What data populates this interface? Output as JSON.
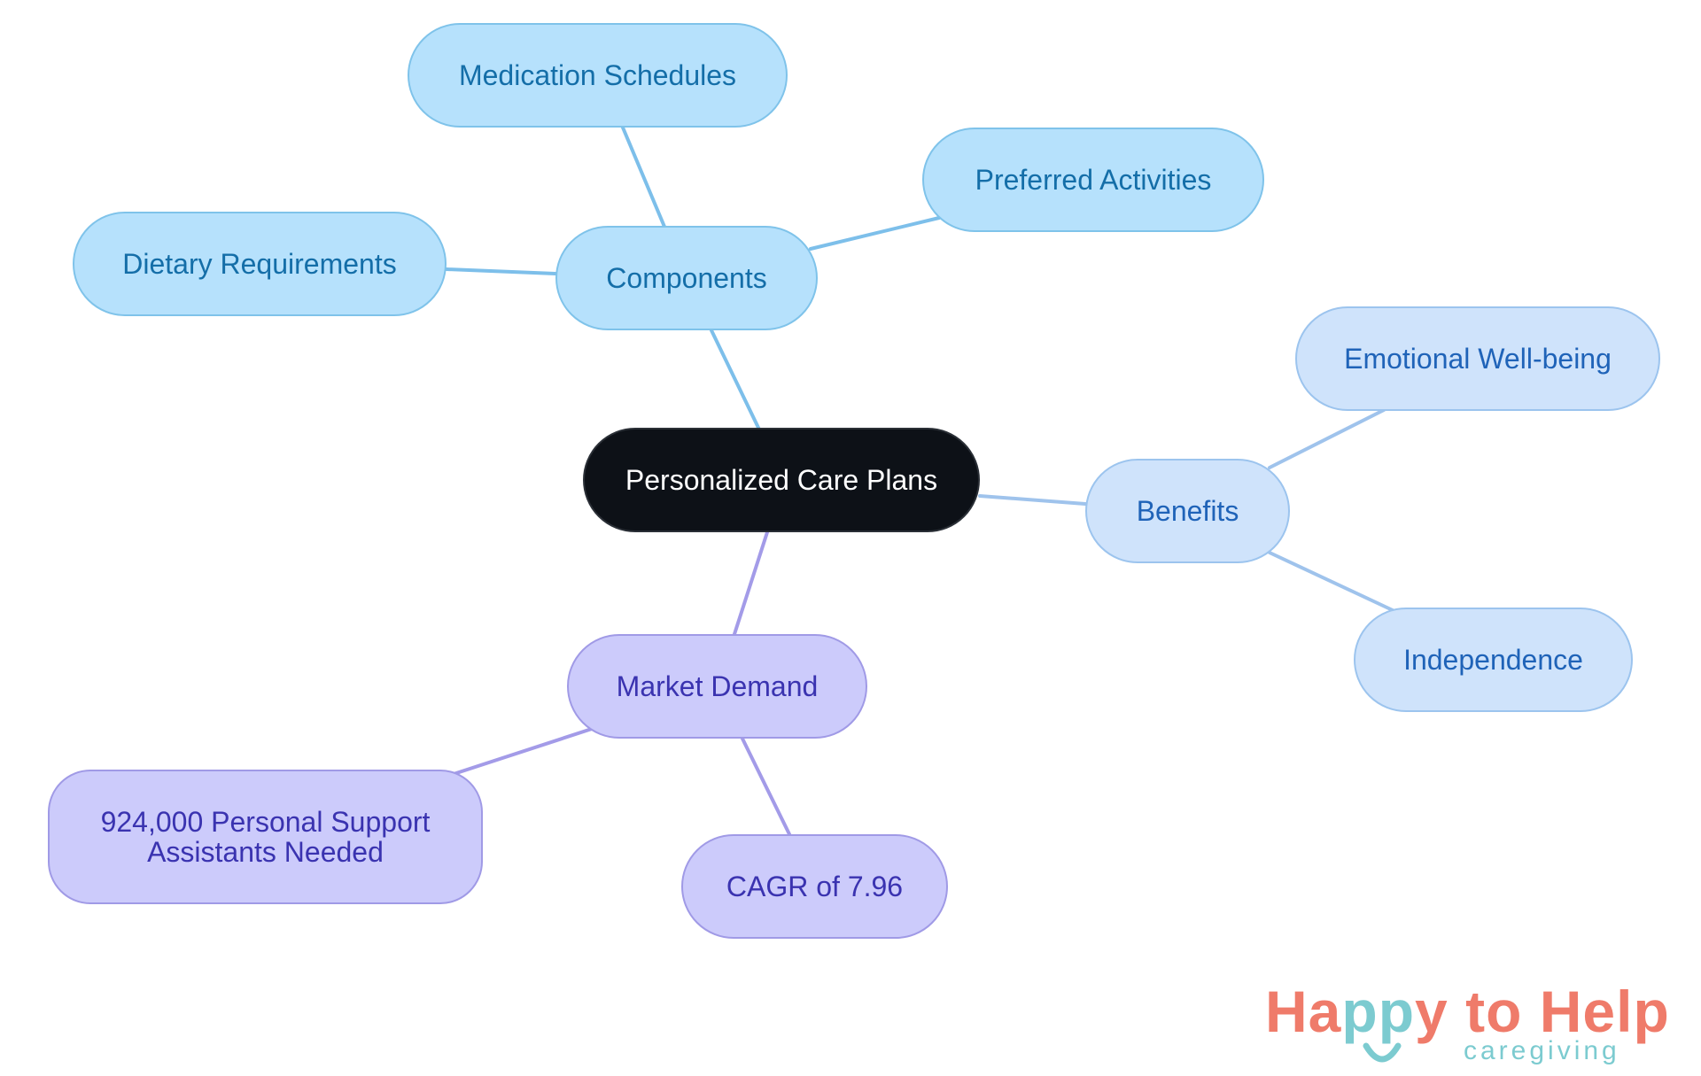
{
  "mindmap": {
    "root": {
      "label": "Personalized Care Plans"
    },
    "branches": {
      "components": {
        "label": "Components",
        "children": {
          "medication": "Medication Schedules",
          "preferred": "Preferred Activities",
          "dietary": "Dietary Requirements"
        }
      },
      "benefits": {
        "label": "Benefits",
        "children": {
          "emotional": "Emotional Well-being",
          "independence": "Independence"
        }
      },
      "market": {
        "label": "Market Demand",
        "children": {
          "personal_line1": "924,000 Personal Support",
          "personal_line2": "Assistants Needed",
          "cagr": "CAGR of 7.96"
        }
      }
    }
  },
  "logo": {
    "letters": [
      "H",
      "a",
      "p",
      "p",
      "y",
      " to Help"
    ],
    "sub": "caregiving"
  },
  "colors": {
    "root_fill": "#0d1117",
    "components_fill": "#b6e1fc",
    "benefits_fill": "#cfe3fb",
    "market_fill": "#cccbfb",
    "logo_coral": "#ef7b6a",
    "logo_teal": "#7ccbd0"
  }
}
